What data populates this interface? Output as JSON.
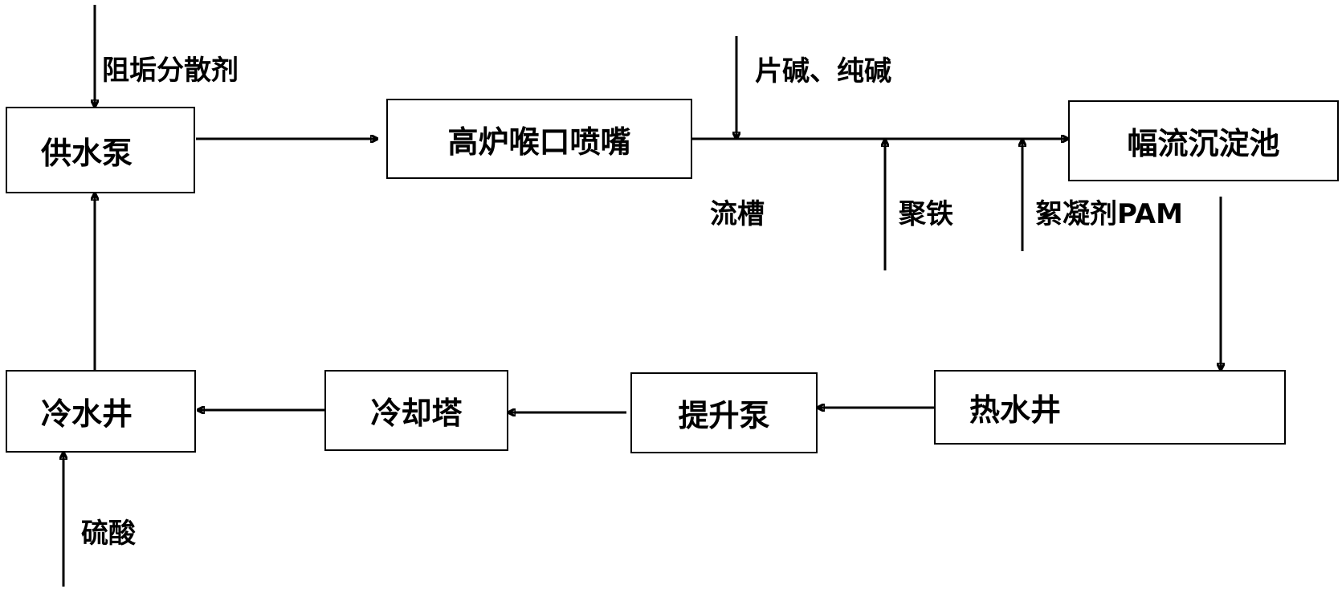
{
  "nodes": {
    "supply_pump": "供水泵",
    "furnace_nozzle": "高炉喉口喷嘴",
    "radial_sedimentation_tank": "幅流沉淀池",
    "cold_water_well": "冷水井",
    "cooling_tower": "冷却塔",
    "lift_pump": "提升泵",
    "hot_water_well": "热水井"
  },
  "labels": {
    "scale_inhibitor": "阻垢分散剂",
    "caustic_soda": "片碱、纯碱",
    "launder": "流槽",
    "poly_iron": "聚铁",
    "flocculant_pam": "絮凝剂PAM",
    "sulfuric_acid": "硫酸"
  },
  "colors": {
    "stroke": "#000000",
    "background": "#ffffff"
  }
}
